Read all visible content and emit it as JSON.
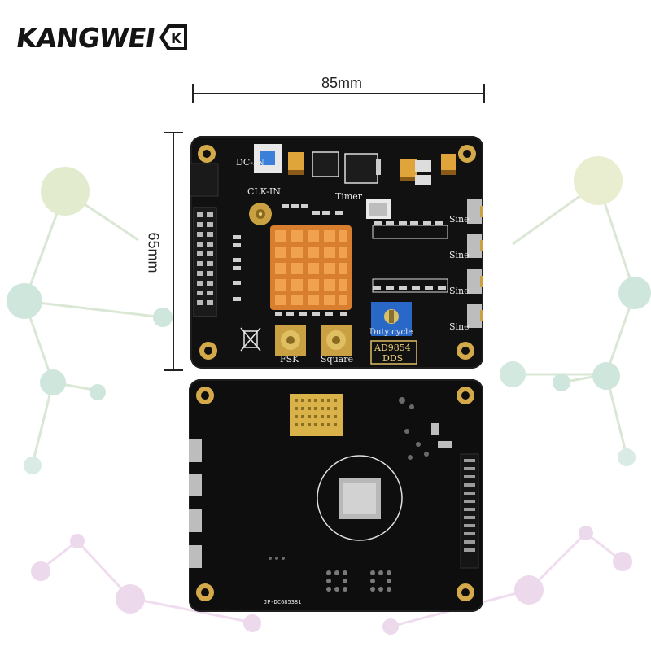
{
  "brand": {
    "text": "KANGWEI",
    "mark_text": "K",
    "mark_color": "#141414"
  },
  "dimensions": {
    "width_label": "85mm",
    "height_label": "65mm"
  },
  "front_silkscreen": {
    "power_in": "DC-IN",
    "clk_in": "CLK-IN",
    "timer": "Timer",
    "sine_labels": [
      "Sine",
      "Sine",
      "Sine",
      "Sine"
    ],
    "fsk": "FSK",
    "square": "Square",
    "duty_cycle": "Duty cycle",
    "chip": "AD9854",
    "module": "DDS"
  },
  "back_silkscreen": {
    "code": "JP-DC685381"
  },
  "colors": {
    "pcb": "#111111",
    "gold": "#d4a94a",
    "heatsink": "#e08a3a",
    "trimpot": "#2a68c8",
    "button": "#3a7fd8",
    "background_nodes": [
      "#c8d7b0",
      "#b8dccf",
      "#e7d3e8"
    ]
  }
}
